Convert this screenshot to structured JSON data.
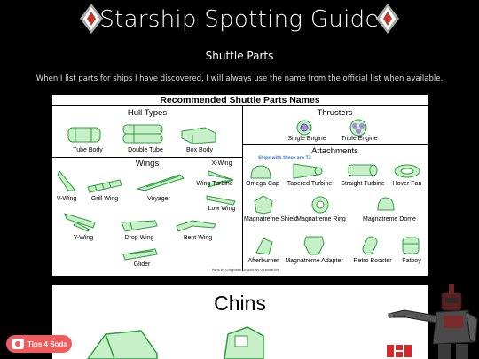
{
  "header": {
    "site_title": "Starship Spotting Guide"
  },
  "page": {
    "title": "Shuttle Parts",
    "intro": "When I list parts for ships I have discovered, I will always use the name from the official list when available."
  },
  "guide": {
    "title": "Recommended Shuttle Parts Names",
    "sections": {
      "hull": "Hull Types",
      "thrusters": "Thrusters",
      "wings": "Wings",
      "attachments": "Attachments"
    },
    "hull_parts": [
      "Tube Body",
      "Double Tube",
      "Box Body"
    ],
    "thruster_parts": [
      "Single Engine",
      "Triple Engine"
    ],
    "wing_parts": [
      "X-Wing",
      "Wing Turbine",
      "V-Wing",
      "Grill Wing",
      "Voyager",
      "Low Wing",
      "Y-Wing",
      "Drop Wing",
      "Bent Wing",
      "Glider"
    ],
    "attachment_parts": [
      "Omega Cap",
      "Tapered Turbine",
      "Straight Turbine",
      "Hover Fan",
      "Magnatreme Shield",
      "Magnatreme Ring",
      "Magnatreme Dome",
      "Afterburner",
      "Magnatreme Adapter",
      "Retro Booster",
      "Fatboy"
    ],
    "t2_note": "Ships with these are T2",
    "credit": "Parts by u/Uppiebh Graphic by u/Lenne009"
  },
  "chins": {
    "title": "Chins"
  },
  "tips": {
    "label": "Tips 4 Soda"
  },
  "colors": {
    "part_outline": "#2e9e3e",
    "part_fill": "#c8f0c8",
    "tips": "#f05d5e"
  }
}
